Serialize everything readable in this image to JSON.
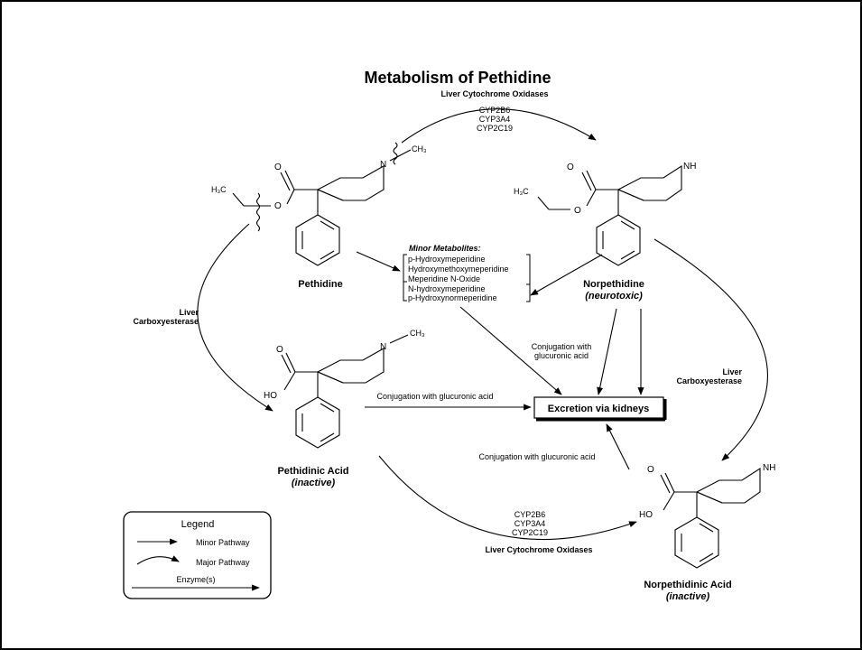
{
  "title": "Metabolism of Pethidine",
  "enzymes_top": {
    "label": "Liver Cytochrome Oxidases",
    "list": [
      "CYP2B6",
      "CYP3A4",
      "CYP2C19"
    ]
  },
  "enzymes_bottom": {
    "label": "Liver Cytochrome Oxidases",
    "list": [
      "CYP2B6",
      "CYP3A4",
      "CYP2C19"
    ]
  },
  "carboxy_left": [
    "Liver",
    "Carboxyesterase"
  ],
  "carboxy_right": [
    "Liver",
    "Carboxyesterase"
  ],
  "pethidine": {
    "name": "Pethidine",
    "ch3_left": "H₃C",
    "ch3_n": "CH₃",
    "n": "N",
    "o": "O"
  },
  "norpethidine": {
    "name": "Norpethidine",
    "note": "(neurotoxic)",
    "h3c": "H₃C",
    "nh": "NH",
    "o": "O"
  },
  "pethidinic_acid": {
    "name": "Pethidinic Acid",
    "note": "(inactive)",
    "ho": "HO",
    "n": "N",
    "ch3": "CH₃",
    "o": "O"
  },
  "norpethidinic_acid": {
    "name": "Norpethidinic Acid",
    "note": "(inactive)",
    "ho": "HO",
    "nh": "NH",
    "o": "O"
  },
  "minor_metabolites": {
    "heading": "Minor Metabolites:",
    "items": [
      "p-Hydroxymeperidine",
      "Hydroxymethoxymeperidine",
      "Meperidine N-Oxide",
      "N-hydroxymeperidine",
      "p-Hydroxynormeperidine"
    ]
  },
  "conjugation": {
    "upper": [
      "Conjugation with",
      "glucuronic acid"
    ],
    "middle": "Conjugation with glucuronic acid",
    "lower": "Conjugation with glucuronic acid"
  },
  "excretion": "Excretion via kidneys",
  "legend": {
    "title": "Legend",
    "minor": "Minor Pathway",
    "major": "Major Pathway",
    "enzyme": "Enzyme(s)"
  }
}
